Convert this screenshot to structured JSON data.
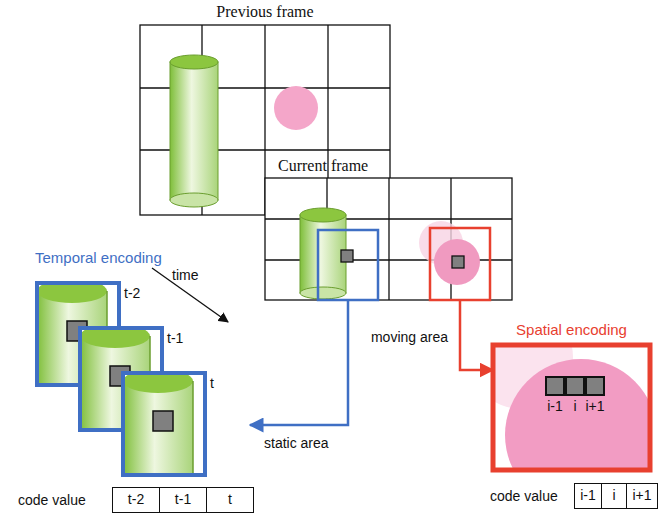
{
  "diagram": {
    "nodes": [
      {
        "text": [
          "Previous frame"
        ]
      },
      {
        "text": [
          "Current frame"
        ]
      },
      {
        "text": [
          "Temporal encoding"
        ]
      },
      {
        "text": [
          "Spatial encoding"
        ]
      }
    ],
    "edges": [
      {
        "from": 1,
        "to": 2,
        "arrow": "to",
        "label": "static area"
      },
      {
        "from": 1,
        "to": 3,
        "arrow": "to",
        "label": "moving area"
      }
    ],
    "labels": [
      "time",
      "t-2",
      "t-1",
      "t",
      "code value",
      "t-2",
      "t-1",
      "t",
      "i-1",
      "i",
      "i+1",
      "code value",
      "i-1",
      "i",
      "i+1"
    ]
  }
}
